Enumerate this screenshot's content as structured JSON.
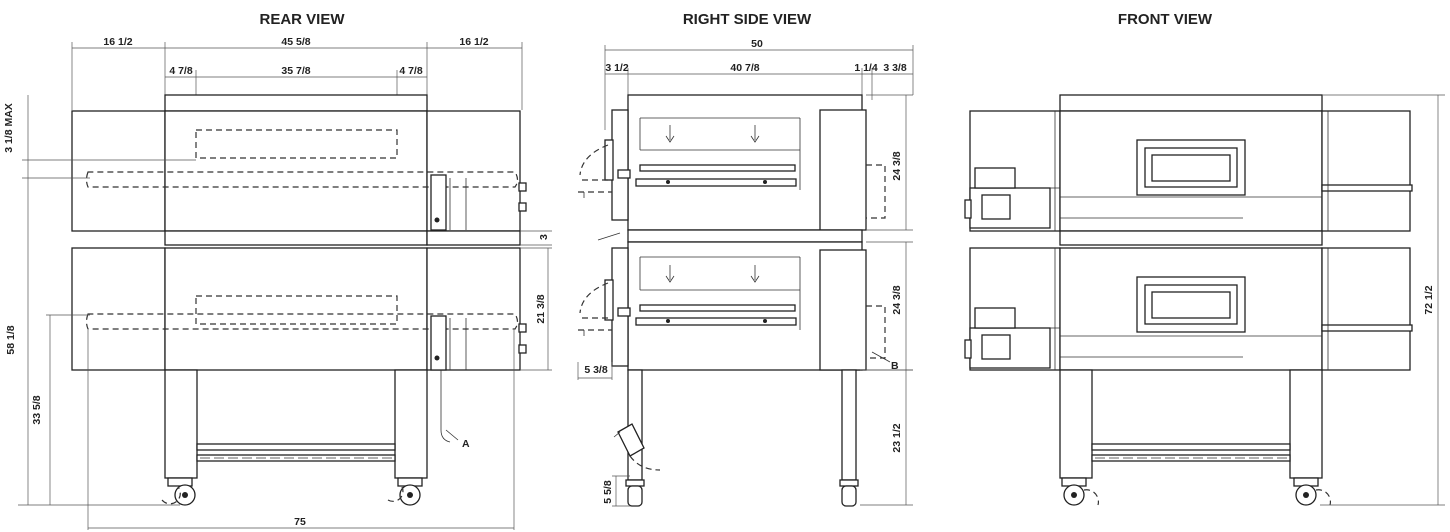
{
  "views": {
    "rear": "REAR VIEW",
    "side": "RIGHT SIDE VIEW",
    "front": "FRONT VIEW"
  },
  "rear_dims": {
    "left_ext": "16 1/2",
    "body_width": "45 5/8",
    "right_ext": "16 1/2",
    "inset_left": "4 7/8",
    "inner_width": "35 7/8",
    "inset_right": "4 7/8",
    "max_height": "3 1/8 MAX",
    "gap": "3",
    "side_height": "21 3/8",
    "overall_height": "58 1/8",
    "conveyor_height": "33 5/8",
    "overall_width": "75",
    "callout_a": "A"
  },
  "side_dims": {
    "overall": "50",
    "front_ext": "3 1/2",
    "depth": "40 7/8",
    "rear_a": "1 1/4",
    "rear_b": "3 3/8",
    "upper_height": "24 3/8",
    "lower_height": "24 3/8",
    "leg_height": "23 1/2",
    "base_left": "5 3/8",
    "caster": "5 5/8",
    "callout_b": "B"
  },
  "front_dims": {
    "overall_height": "72 1/2"
  }
}
